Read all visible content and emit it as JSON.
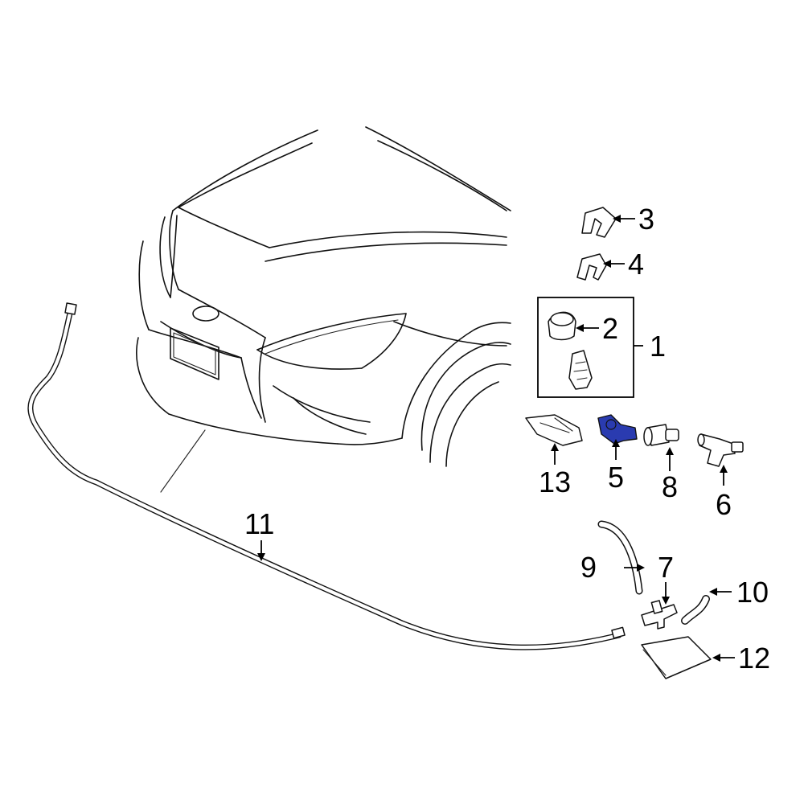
{
  "highlight_color": "#2a3bb0",
  "parts": [
    {
      "id": "part-1",
      "callout": "1"
    },
    {
      "id": "part-2",
      "callout": "2"
    },
    {
      "id": "part-3",
      "callout": "3"
    },
    {
      "id": "part-4",
      "callout": "4"
    },
    {
      "id": "part-5",
      "callout": "5",
      "highlighted": true
    },
    {
      "id": "part-6",
      "callout": "6"
    },
    {
      "id": "part-7",
      "callout": "7"
    },
    {
      "id": "part-8",
      "callout": "8"
    },
    {
      "id": "part-9",
      "callout": "9"
    },
    {
      "id": "part-10",
      "callout": "10"
    },
    {
      "id": "part-11",
      "callout": "11"
    },
    {
      "id": "part-12",
      "callout": "12"
    },
    {
      "id": "part-13",
      "callout": "13"
    }
  ]
}
